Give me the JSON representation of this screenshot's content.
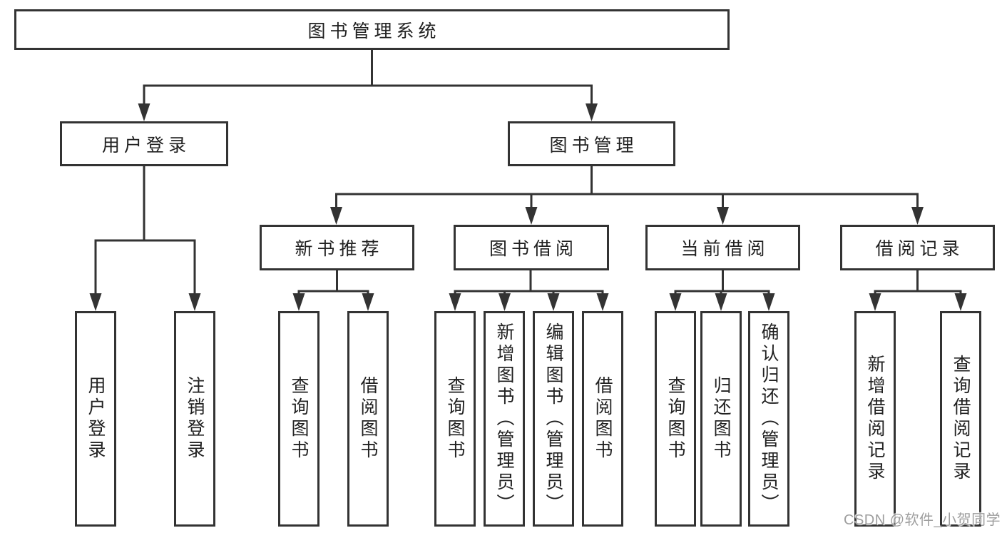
{
  "diagram": {
    "root": {
      "label": "图书管理系统"
    },
    "level2": [
      {
        "label": "用户登录",
        "children": [
          {
            "label": "用户登录"
          },
          {
            "label": "注销登录"
          }
        ]
      },
      {
        "label": "图书管理",
        "groups": [
          {
            "label": "新书推荐",
            "children": [
              {
                "label": "查询图书"
              },
              {
                "label": "借阅图书"
              }
            ]
          },
          {
            "label": "图书借阅",
            "children": [
              {
                "label": "查询图书"
              },
              {
                "label": "新增图书（管理员）"
              },
              {
                "label": "编辑图书（管理员）"
              },
              {
                "label": "借阅图书"
              }
            ]
          },
          {
            "label": "当前借阅",
            "children": [
              {
                "label": "查询图书"
              },
              {
                "label": "归还图书"
              },
              {
                "label": "确认归还（管理员）"
              }
            ]
          },
          {
            "label": "借阅记录",
            "children": [
              {
                "label": "新增借阅记录"
              },
              {
                "label": "查询借阅记录"
              }
            ]
          }
        ]
      }
    ]
  },
  "colors": {
    "line": "#333333",
    "box_border": "#333333",
    "box_background": "#ffffff",
    "text": "#212121",
    "watermark": "#9e9e9e"
  },
  "watermark": {
    "text": "CSDN @软件_小贺同学"
  }
}
